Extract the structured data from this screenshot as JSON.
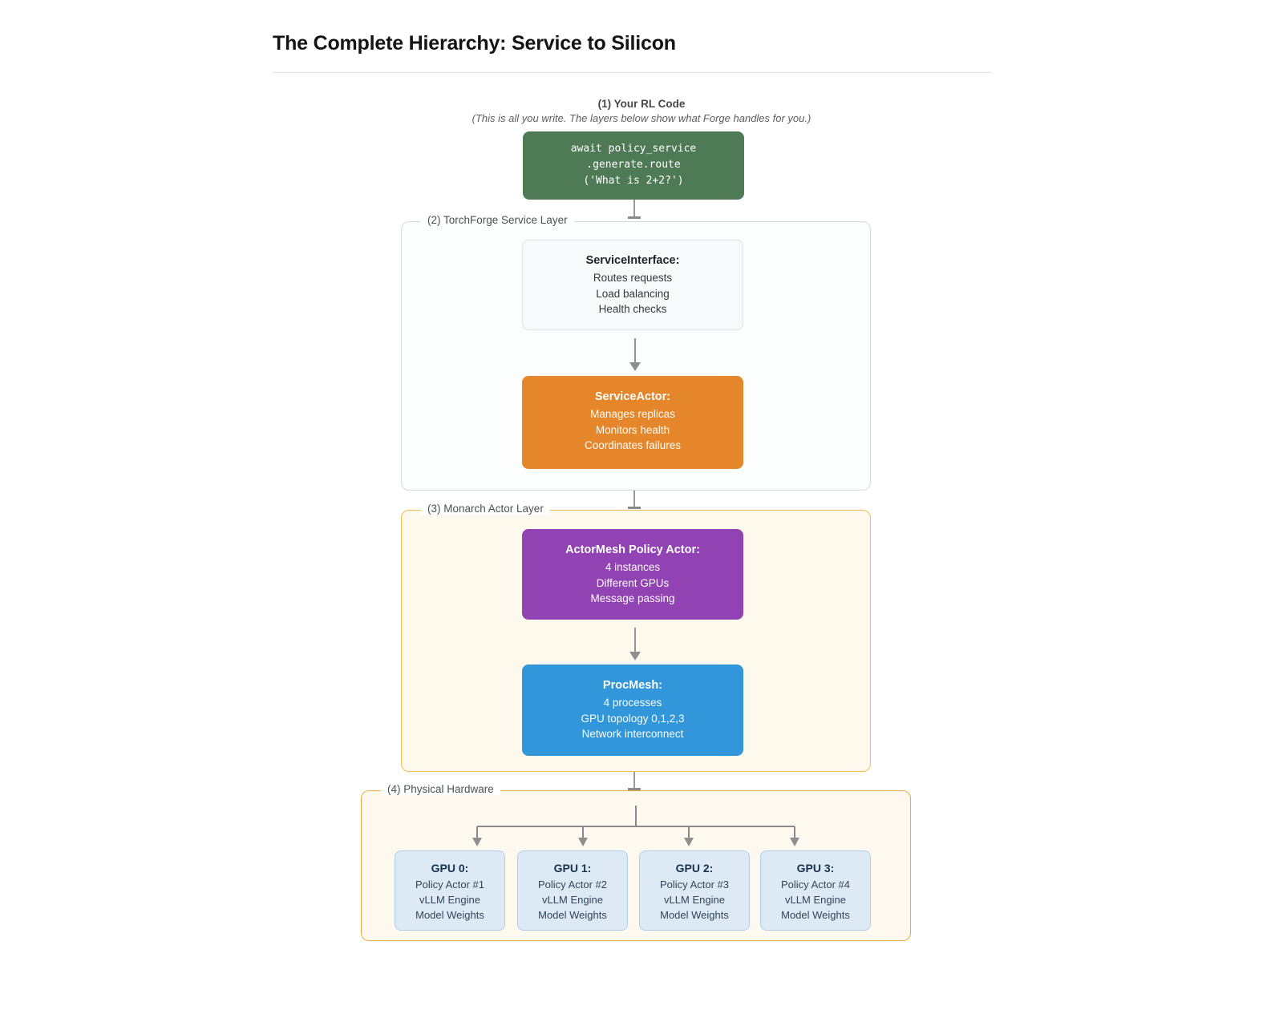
{
  "page": {
    "title": "The Complete Hierarchy: Service to Silicon"
  },
  "intro": {
    "label": "(1) Your RL Code",
    "note": "(This is all you write. The layers below show what Forge handles for you.)"
  },
  "code_box": {
    "lines": [
      "await policy_service",
      ".generate.route",
      "('What is 2+2?')"
    ]
  },
  "service_layer": {
    "label": "(2) TorchForge Service Layer",
    "interface": {
      "title": "ServiceInterface:",
      "lines": [
        "Routes requests",
        "Load balancing",
        "Health checks"
      ]
    },
    "actor": {
      "title": "ServiceActor:",
      "lines": [
        "Manages replicas",
        "Monitors health",
        "Coordinates failures"
      ]
    }
  },
  "monarch_layer": {
    "label": "(3) Monarch Actor Layer",
    "actormesh": {
      "title": "ActorMesh Policy Actor:",
      "lines": [
        "4 instances",
        "Different GPUs",
        "Message passing"
      ]
    },
    "procmesh": {
      "title": "ProcMesh:",
      "lines": [
        "4 processes",
        "GPU topology 0,1,2,3",
        "Network interconnect"
      ]
    }
  },
  "hardware_layer": {
    "label": "(4) Physical Hardware",
    "gpus": [
      {
        "title": "GPU 0:",
        "lines": [
          "Policy Actor #1",
          "vLLM Engine",
          "Model Weights"
        ]
      },
      {
        "title": "GPU 1:",
        "lines": [
          "Policy Actor #2",
          "vLLM Engine",
          "Model Weights"
        ]
      },
      {
        "title": "GPU 2:",
        "lines": [
          "Policy Actor #3",
          "vLLM Engine",
          "Model Weights"
        ]
      },
      {
        "title": "GPU 3:",
        "lines": [
          "Policy Actor #4",
          "vLLM Engine",
          "Model Weights"
        ]
      }
    ]
  },
  "colors": {
    "code_green": "#4e7b55",
    "actor_orange": "#e5862a",
    "mesh_purple": "#9143b3",
    "proc_blue": "#3296db",
    "amber_layer_border": "#f0bd54",
    "hardware_layer_border": "#edaa45",
    "gpu_fill": "#ddeaf6",
    "gpu_border": "#aecbe8",
    "connector_gray": "#8a8a8a"
  }
}
